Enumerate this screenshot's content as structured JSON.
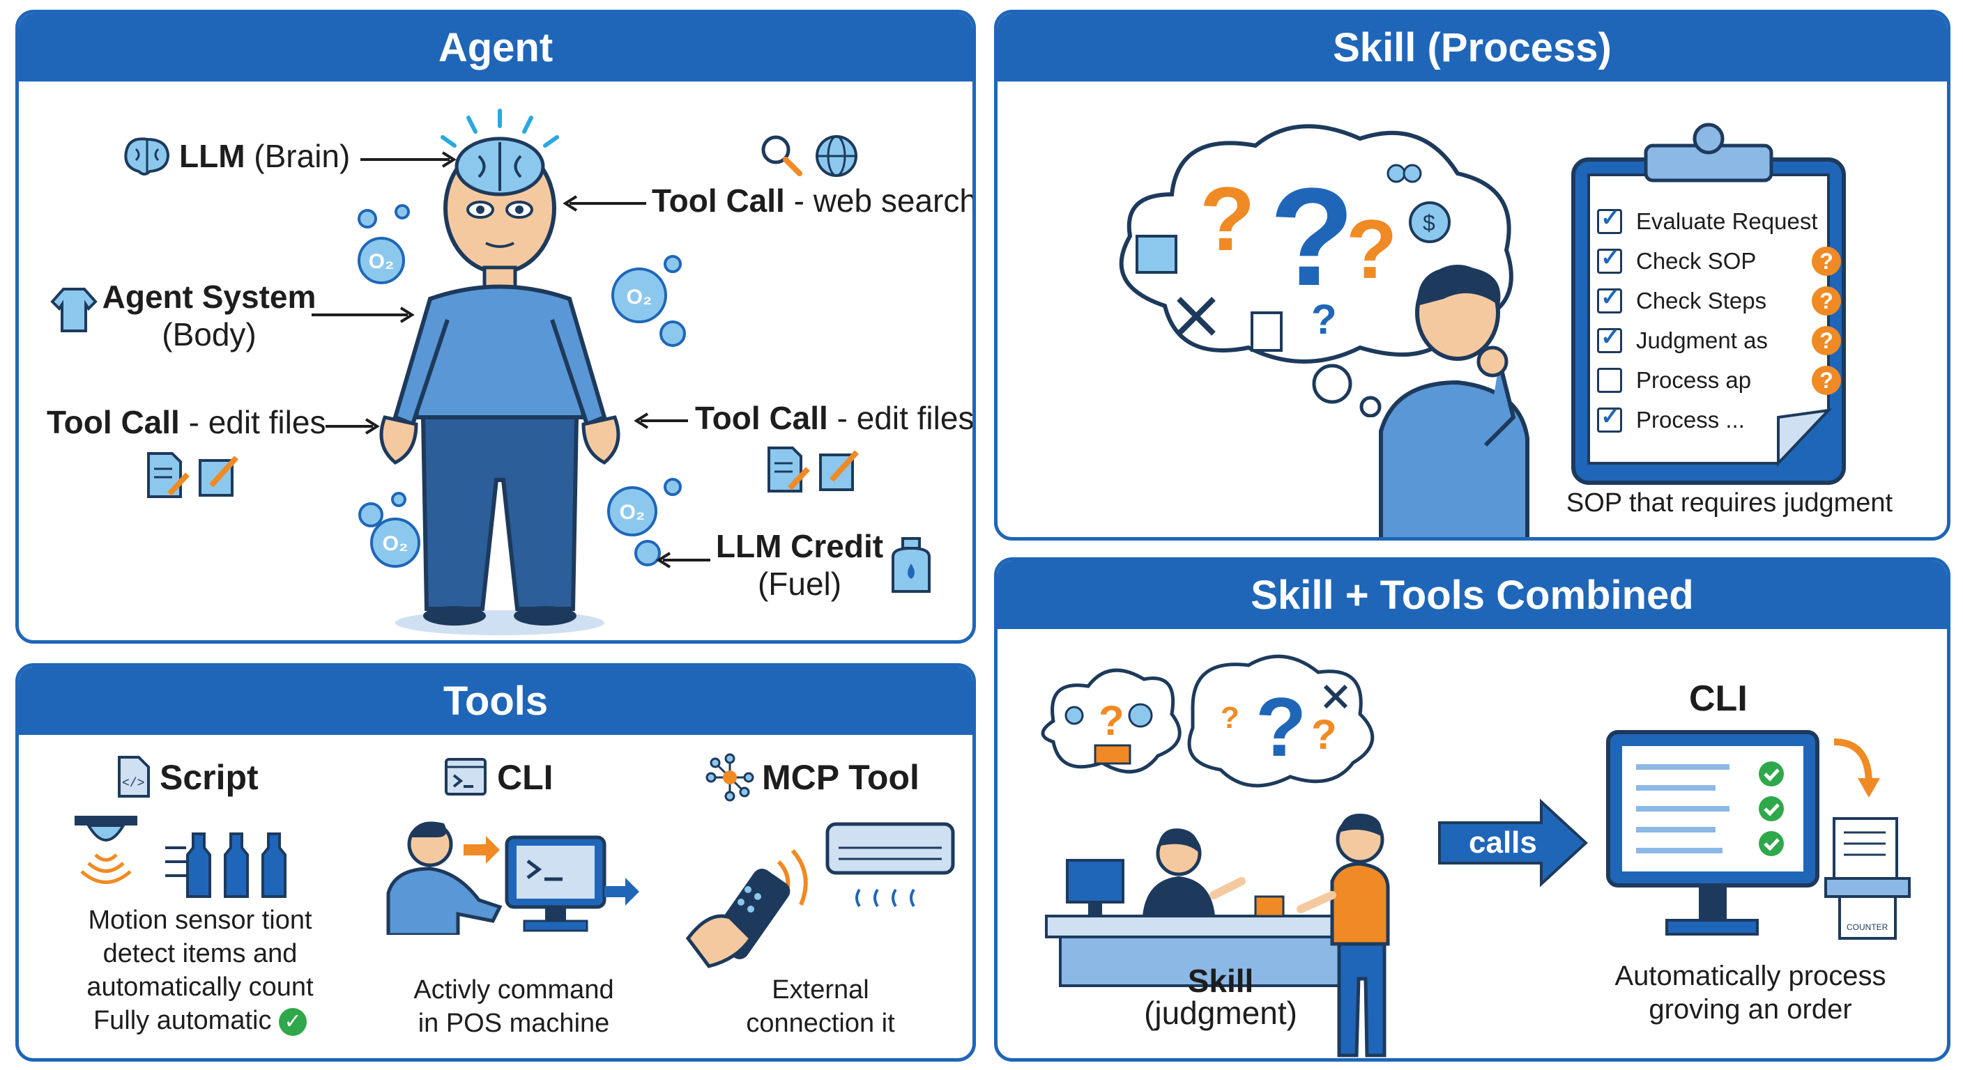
{
  "panels": {
    "agent": {
      "title": "Agent",
      "llm": {
        "bold": "LLM",
        "rest": " (Brain)"
      },
      "tool_call_web": {
        "bold": "Tool Call",
        "rest": " - web search"
      },
      "agent_system": {
        "bold": "Agent System",
        "rest": "(Body)"
      },
      "tool_call_edit_left": {
        "bold": "Tool Call",
        "rest": " - edit files"
      },
      "tool_call_edit_right": {
        "bold": "Tool Call",
        "rest": " - edit files"
      },
      "llm_credit": {
        "bold": "LLM Credit",
        "rest": "(Fuel)"
      },
      "oxygen_label": "O2"
    },
    "skill": {
      "title": "Skill (Process)",
      "checklist": [
        {
          "text": "Evaluate Request",
          "checked": true,
          "question": false
        },
        {
          "text": "Check SOP",
          "checked": true,
          "question": true
        },
        {
          "text": "Check Steps",
          "checked": true,
          "question": true
        },
        {
          "text": "Judgment as",
          "checked": true,
          "question": true
        },
        {
          "text": "Process ap",
          "checked": false,
          "question": true
        },
        {
          "text": "Process ...",
          "checked": true,
          "question": false
        }
      ],
      "caption": "SOP that requires judgment"
    },
    "tools": {
      "title": "Tools",
      "script": {
        "title": "Script",
        "lines": [
          "Motion sensor tiont",
          "detect items and",
          "automatically count",
          "Fully automatic"
        ]
      },
      "cli": {
        "title": "CLI",
        "lines": [
          "Activly command",
          "in POS machine"
        ]
      },
      "mcp": {
        "title": "MCP Tool",
        "lines": [
          "External",
          "connection it"
        ]
      }
    },
    "combined": {
      "title": "Skill + Tools Combined",
      "cli_label": "CLI",
      "calls_label": "calls",
      "skill_bold": "Skill",
      "skill_rest": "(judgment)",
      "process_lines": [
        "Automatically process",
        "groving an order"
      ],
      "receipt_text": "COUNTER"
    }
  },
  "colors": {
    "brand_blue": "#1f66b8",
    "light_blue": "#8cb8e6",
    "orange": "#f08a24",
    "green": "#2ea84a",
    "dark": "#1d3a5c"
  }
}
